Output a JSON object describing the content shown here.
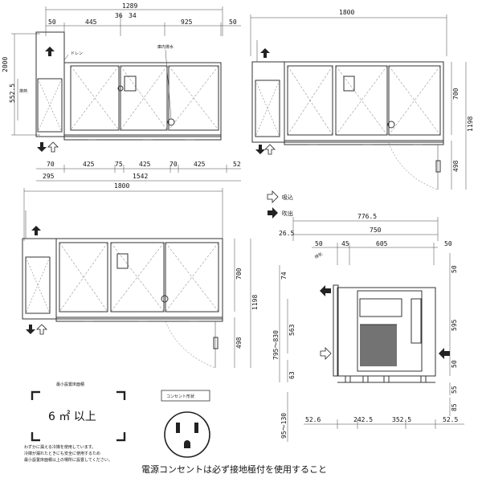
{
  "top_view": {
    "dims_top": {
      "overall": "1289",
      "d36": "36",
      "d34": "34",
      "left": "50",
      "d445": "445",
      "d925": "925",
      "right": "50"
    },
    "dims_side": {
      "height": "2000",
      "d552": "552.5"
    },
    "labels": {
      "drain": "ドレン",
      "inner_drain": "庫内排水",
      "exhaust_heat": "排熱"
    },
    "dims_bottom_row1": {
      "d70a": "70",
      "d425a": "425",
      "d75": "75",
      "d425b": "425",
      "d70b": "70",
      "d425c": "425",
      "d52": "52"
    },
    "dims_bottom_row2": {
      "d295": "295",
      "d1542": "1542"
    }
  },
  "right_plan": {
    "width": "1800",
    "depth": "700",
    "total_depth": "1198",
    "swing": "498"
  },
  "left_plan": {
    "width": "1800",
    "depth": "700",
    "total_depth": "1198",
    "swing": "498"
  },
  "legend": {
    "intake": "吸込",
    "exhaust": "吹出"
  },
  "side_view": {
    "top_width": "776.5",
    "d26": "26.5",
    "d750": "750",
    "d50a": "50",
    "d45": "45",
    "d605": "605",
    "d50b": "50",
    "exhaust_label": "排気",
    "left_74": "74",
    "height_range": "795～830",
    "d563": "563",
    "d63": "63",
    "d95": "95～130",
    "right_50a": "50",
    "right_595": "595",
    "right_50b": "50",
    "right_55": "55",
    "right_85": "85",
    "bottom": {
      "d52a": "52.6",
      "d242": "242.5",
      "d352": "352.5",
      "d52b": "52.5"
    }
  },
  "install_area": {
    "title": "最小設置床面積",
    "value": "6 ㎡ 以上",
    "note_lines": [
      "わずかに漏える冷媒を使用しています。",
      "冷媒が漏れたときにも安全に使用するため",
      "最小設置床面積以上の場所に設置してください。"
    ]
  },
  "outlet": {
    "title": "コンセント形状"
  },
  "footer": {
    "warning": "電源コンセントは必ず接地極付を使用すること"
  },
  "icons": [
    "arrow-up-icon",
    "arrow-down-icon",
    "arrow-right-icon",
    "arrow-left-icon",
    "outlet-icon"
  ]
}
